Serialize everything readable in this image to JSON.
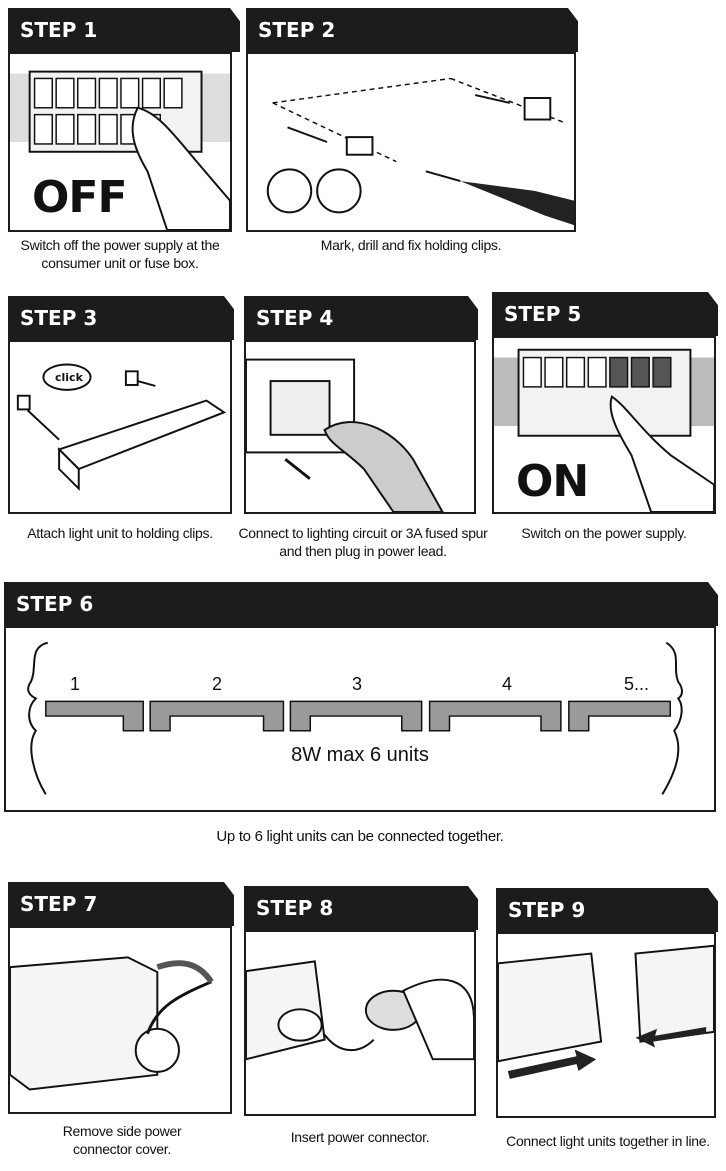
{
  "steps": [
    {
      "label": "STEP 1",
      "caption": "Switch off the power supply at the consumer unit or fuse box.",
      "big_word": "OFF"
    },
    {
      "label": "STEP 2",
      "caption": "Mark, drill and fix holding clips."
    },
    {
      "label": "STEP 3",
      "caption": "Attach light unit to holding clips.",
      "callout": "click"
    },
    {
      "label": "STEP 4",
      "caption": "Connect to lighting circuit or 3A fused spur and then plug in power lead."
    },
    {
      "label": "STEP 5",
      "caption": "Switch on the power supply.",
      "big_word": "ON"
    },
    {
      "label": "STEP 6",
      "caption": "Up to 6 light units can be connected together.",
      "unit_numbers": [
        "1",
        "2",
        "3",
        "4",
        "5..."
      ],
      "diagram_text": "8W max 6 units"
    },
    {
      "label": "STEP 7",
      "caption": "Remove side power connector cover."
    },
    {
      "label": "STEP 8",
      "caption": "Insert power connector."
    },
    {
      "label": "STEP 9",
      "caption": "Connect light units together in line."
    }
  ]
}
